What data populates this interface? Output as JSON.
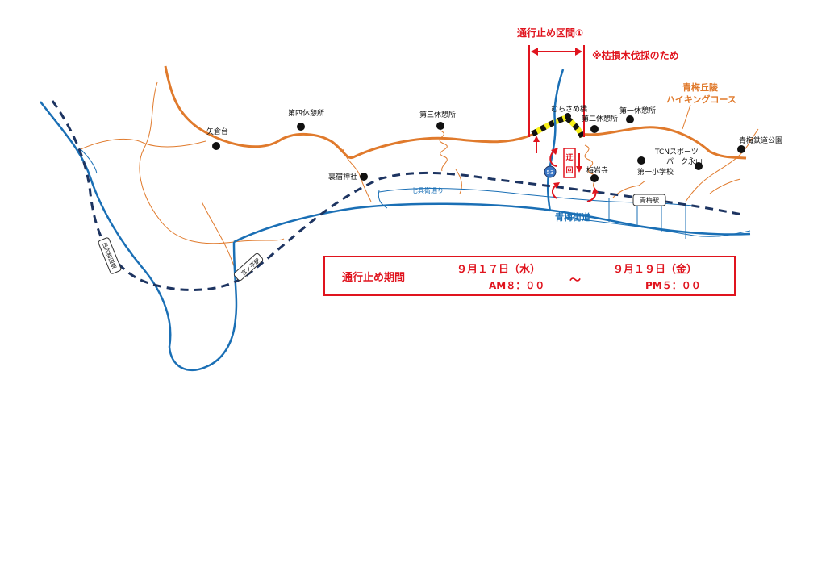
{
  "closure": {
    "title": "通行止め区間①",
    "reason": "※枯損木伐採のため",
    "detour": "迂回"
  },
  "period": {
    "label": "通行止め期間",
    "start_date": "９月１７日（水）",
    "start_time": "AM８：００",
    "tilde": "～",
    "end_date": "９月１９日（金）",
    "end_time": "PM５：００"
  },
  "course": {
    "line1": "青梅丘陵",
    "line2": "ハイキングコース"
  },
  "places": {
    "yagura": "矢倉台",
    "rest4": "第四休憩所",
    "rest3": "第三休憩所",
    "rest2": "第二休憩所",
    "rest1": "第一休憩所",
    "murasame": "むらさめ橋",
    "urajuku": "裏宿神社",
    "baiganji": "梅岩寺",
    "school": "第一小学校",
    "tcn1": "TCNスポーツ",
    "tcn2": "パーク永山",
    "tetsudo": "青梅鉄道公園"
  },
  "roads": {
    "shichibei": "七兵衛通り",
    "ome_kaido": "青梅街道",
    "route_no": "53"
  },
  "stations": {
    "ome": "青梅駅",
    "miyanohira": "宮ノ平駅",
    "hinatawada": "日向和田駅"
  },
  "colors": {
    "hiking": "#e07a2c",
    "road": "#1a6fb5",
    "railway": "#1d3461",
    "closure": "#e0141e",
    "hazard": "#f7ef1a"
  }
}
